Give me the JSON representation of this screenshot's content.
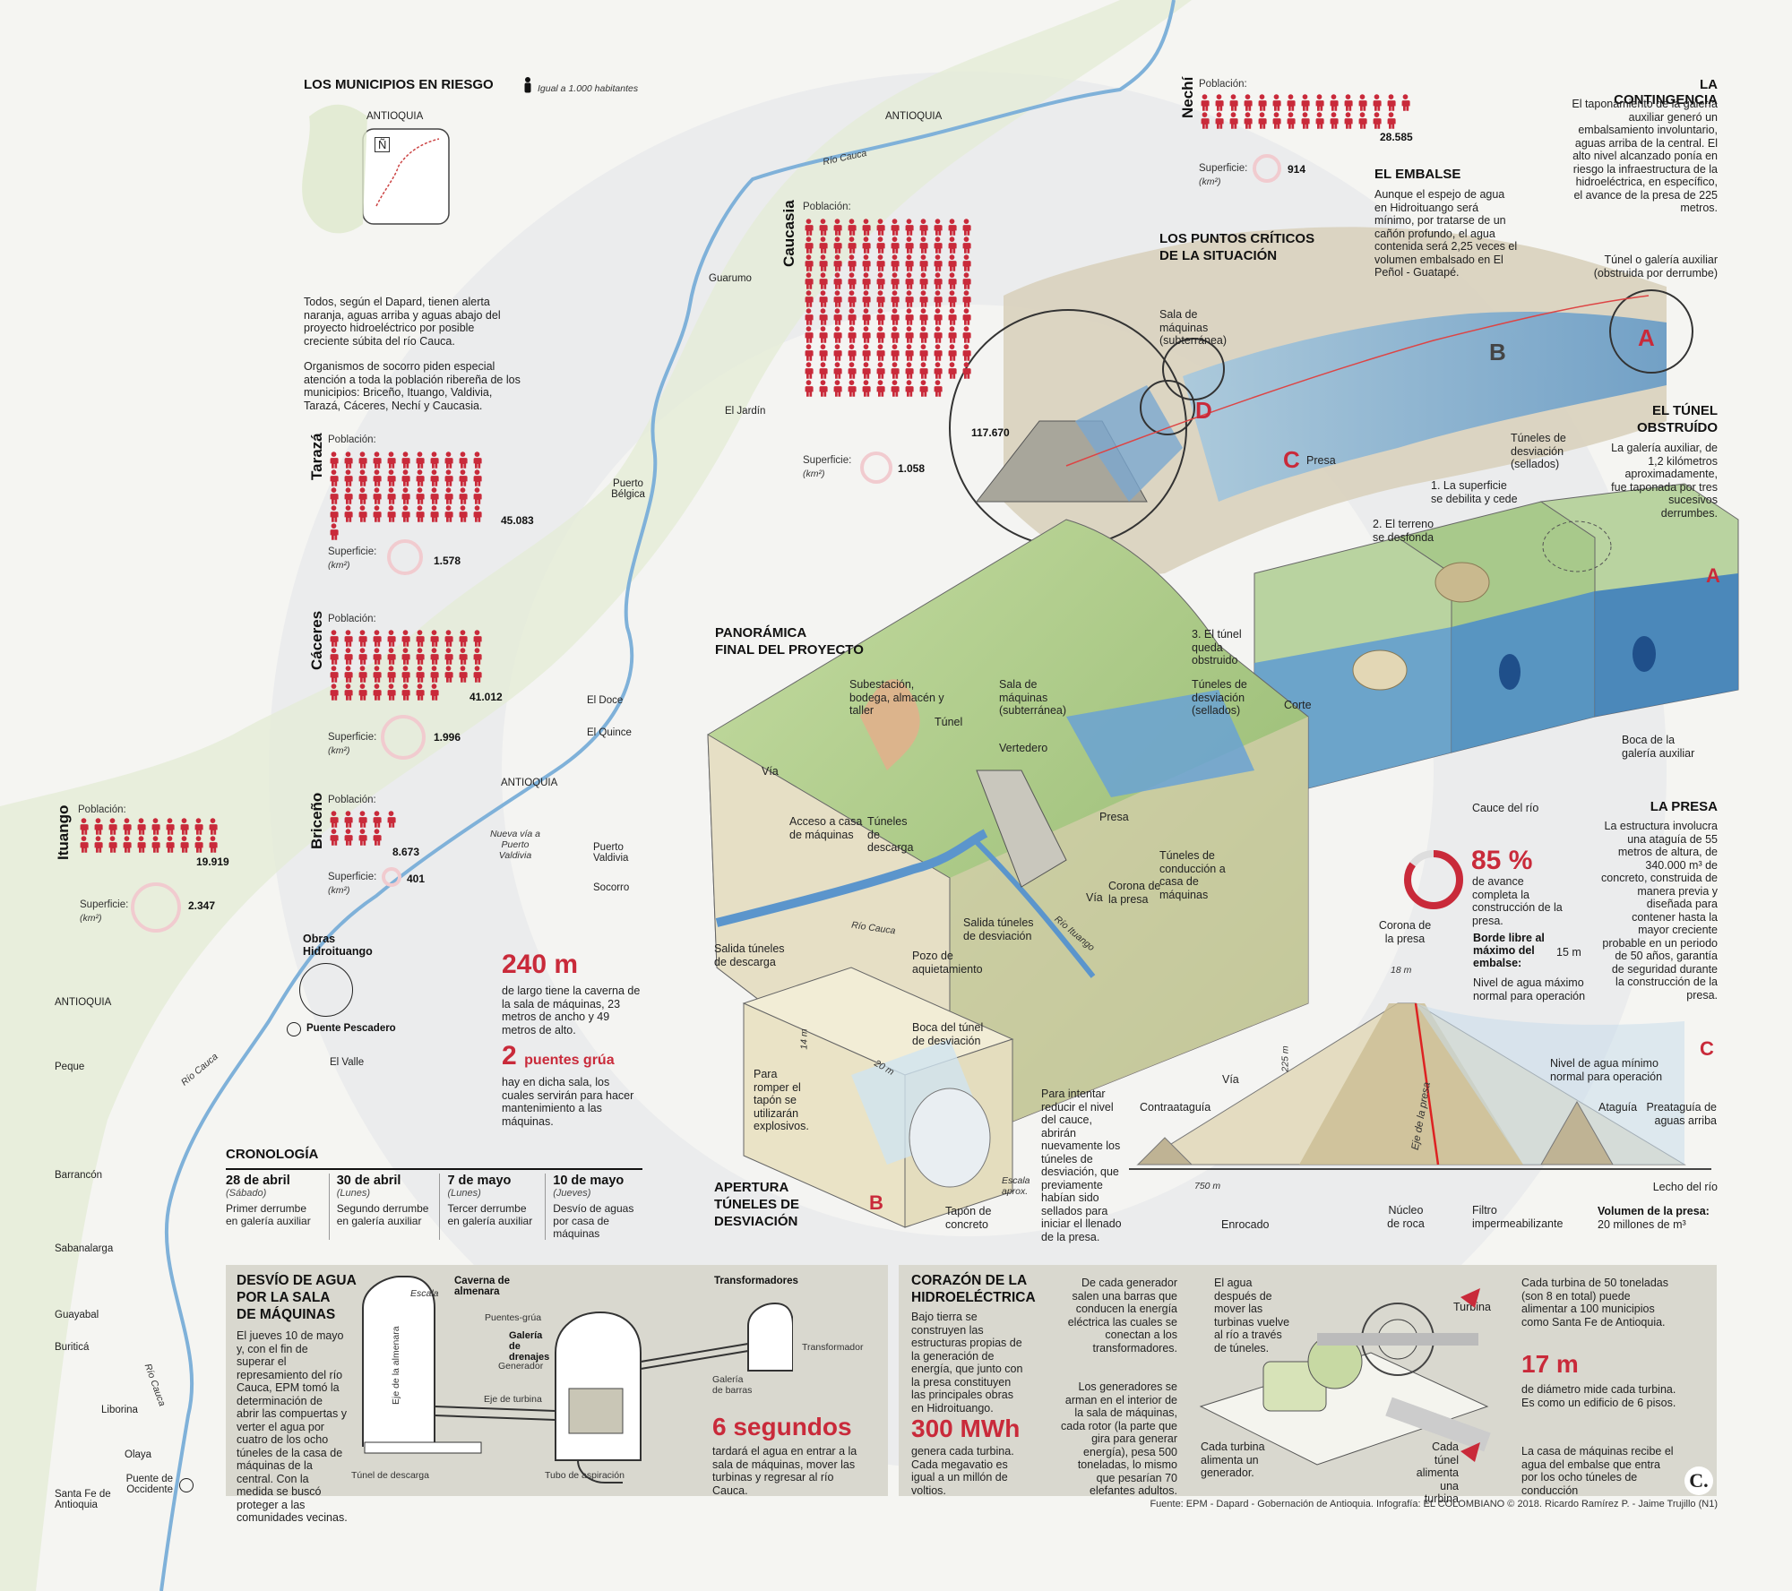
{
  "municipios": {
    "title": "LOS MUNICIPIOS EN RIESGO",
    "legend": "Igual a 1.000 habitantes",
    "inset_label": "ANTIOQUIA",
    "inset_glyph": "Ñ",
    "intro_1": "Todos, según el Dapard, tienen alerta naranja, aguas arriba y aguas abajo del proyecto hidroeléctrico por posible creciente súbita del río Cauca.",
    "intro_2": "Organismos de socorro piden especial atención a toda la población ribereña de los municipios: Briceño, Ituango, Valdivia, Tarazá, Cáceres, Nechí y Caucasia.",
    "poblacion_label": "Población:",
    "superficie_label": "Superficie:",
    "km_label": "(km²)",
    "people_per_icon": 1000,
    "towns": [
      {
        "name": "Tarazá",
        "population": "45.083",
        "area": "1.578",
        "icons": 45
      },
      {
        "name": "Cáceres",
        "population": "41.012",
        "area": "1.996",
        "icons": 41
      },
      {
        "name": "Briceño",
        "population": "8.673",
        "area": "401",
        "icons": 9
      },
      {
        "name": "Ituango",
        "population": "19.919",
        "area": "2.347",
        "icons": 20
      },
      {
        "name": "Caucasia",
        "population": "117.670",
        "area": "1.058",
        "icons": 118
      },
      {
        "name": "Nechí",
        "population": "28.585",
        "area": "914",
        "icons": 29
      }
    ]
  },
  "map": {
    "antioquia_label": "ANTIOQUIA",
    "rio_cauca": "Río Cauca",
    "places": [
      "Guarumo",
      "El Jardín",
      "Puerto Bélgica",
      "El Doce",
      "El Quince",
      "Puerto Valdivia",
      "Socorro",
      "El Valle",
      "Peque",
      "Barrancón",
      "Sabanalarga",
      "Guayabal",
      "Buriticá",
      "Liborina",
      "Olaya",
      "Puente de Occidente",
      "Santa Fe de Antioquia"
    ],
    "nueva_via": "Nueva vía a Puerto Valdivia",
    "obras": "Obras Hidroituango",
    "puente": "Puente Pescadero"
  },
  "contingencia": {
    "title": "LA CONTINGENCIA",
    "text": "El taponamiento de la galería auxiliar generó un embalsamiento involuntario, aguas arriba de la central. El alto nivel alcanzado ponía en riesgo la infraestructura de la hidroeléctrica, en específico, el avance de la presa de 225 metros."
  },
  "embalse": {
    "title": "EL EMBALSE",
    "text": "Aunque el espejo de agua en Hidroituango será mínimo, por tratarse de un cañón profundo, el agua contenida será 2,25 veces el volumen embalsado en El Peñol - Guatapé."
  },
  "puntos": {
    "title_1": "LOS PUNTOS CRÍTICOS",
    "title_2": "DE LA SITUACIÓN",
    "sala": "Sala de máquinas (subterránea)",
    "presa": "Presa",
    "tunel_aux": "Túnel o galería auxiliar (obstruida por derrumbe)",
    "tuneles_desv": "Túneles de desviación (sellados)"
  },
  "tunel": {
    "title_1": "EL TÚNEL",
    "title_2": "OBSTRUÍDO",
    "text": "La galería auxiliar, de 1,2 kilómetros aproximadamente, fue taponada por tres sucesivos derrumbes.",
    "step1": "1. La superficie se debilita y cede",
    "step2": "2. El terreno se desfonda",
    "step3": "3. El túnel queda obstruido",
    "corte": "Corte",
    "tuneles": "Túneles de desviación (sellados)",
    "cauce": "Cauce del río",
    "boca": "Boca de la galería auxiliar"
  },
  "panoramica": {
    "title_1": "PANORÁMICA",
    "title_2": "FINAL DEL PROYECTO",
    "labels": [
      "Subestación, bodega, almacén y taller",
      "Túnel",
      "Sala de máquinas (subterránea)",
      "Vertedero",
      "Vía",
      "Acceso a casa de máquinas",
      "Túneles de descarga",
      "Presa",
      "Túneles de conducción a casa de máquinas",
      "Corona de la presa",
      "Vía",
      "Salida túneles de descarga",
      "Pozo de aquietamiento",
      "Salida túneles de desviación",
      "Río Cauca",
      "Río Ituango"
    ]
  },
  "caverna": {
    "value": "240 m",
    "text": "de largo tiene la caverna de la sala de máquinas, 23 metros de ancho y 49 metros de alto.",
    "puentes_value": "2",
    "puentes_unit": "puentes grúa",
    "puentes_text": "hay en dicha sala, los cuales servirán para hacer mantenimiento a las máquinas."
  },
  "apertura": {
    "title_1": "APERTURA",
    "title_2": "TÚNELES DE",
    "title_3": "DESVIACIÓN",
    "boca": "Boca del túnel de desviación",
    "romper": "Para romper el tapón se utilizarán explosivos.",
    "tapon": "Tapón de concreto",
    "escala": "Escala aprox.",
    "dim_h": "14 m",
    "dim_w": "20 m",
    "intentar": "Para intentar reducir el nivel del cauce, abrirán nuevamente los túneles de desviación, que previamente habían sido sellados para iniciar el llenado de la presa."
  },
  "presa": {
    "title": "LA PRESA",
    "text": "La estructura involucra una ataguía de 55 metros de altura, de 340.000 m³ de concreto, construida de manera previa y diseñada para contener hasta la mayor creciente probable en un periodo de 50 años, garantía de seguridad durante la construcción de la presa.",
    "percent": "85 %",
    "percent_value": 0.85,
    "percent_text": "de avance completa la construcción de la presa.",
    "corona": "Corona de la presa",
    "corona_w": "18 m",
    "borde_1": "Borde libre al máximo del embalse:",
    "borde_2": "15 m",
    "nivel_max": "Nivel de agua máximo normal para operación",
    "nivel_min": "Nivel de agua mínimo normal para operación",
    "height": "225 m",
    "base": "750 m",
    "eje": "Eje de la presa",
    "via": "Vía",
    "contraataguia": "Contraataguía",
    "ataguia": "Ataguía",
    "preataguia": "Preataguía de aguas arriba",
    "lecho": "Lecho del río",
    "enrocado": "Enrocado",
    "nucleo": "Núcleo de roca",
    "filtro": "Filtro impermeabilizante",
    "vol_label": "Volumen de la presa:",
    "vol_value": "20 millones de m³"
  },
  "cronologia": {
    "title": "CRONOLOGÍA",
    "events": [
      {
        "date": "28 de abril",
        "day": "(Sábado)",
        "text": "Primer derrumbe en galería auxiliar"
      },
      {
        "date": "30 de abril",
        "day": "(Lunes)",
        "text": "Segundo derrumbe en galería auxiliar"
      },
      {
        "date": "7 de mayo",
        "day": "(Lunes)",
        "text": "Tercer derrumbe en galería auxiliar"
      },
      {
        "date": "10 de mayo",
        "day": "(Jueves)",
        "text": "Desvío de aguas por casa de máquinas"
      }
    ]
  },
  "desvio": {
    "title_1": "DESVÍO DE AGUA",
    "title_2": "POR LA SALA",
    "title_3": "DE MÁQUINAS",
    "text": "El jueves 10 de mayo y, con el fin de superar el represamiento del río Cauca, EPM tomó la determinación de abrir las compuertas y verter el agua por cuatro de los ocho túneles de la casa de máquinas de la central. Con la medida se buscó proteger a las comunidades vecinas.",
    "labels": [
      "Escala",
      "Caverna de almenara",
      "Eje de la almenara",
      "Puentes-grúa",
      "Galería de drenajes",
      "Generador",
      "Eje de turbina",
      "Túnel de descarga",
      "Tubo de aspiración",
      "Transformadores",
      "Transformador",
      "Galería de barras"
    ],
    "seg_value": "6 segundos",
    "seg_text": "tardará el agua en entrar a la sala de máquinas, mover las turbinas y regresar al río Cauca."
  },
  "corazon": {
    "title_1": "CORAZÓN DE LA",
    "title_2": "HIDROELÉCTRICA",
    "text": "Bajo tierra se construyen las estructuras propias de la generación de energía, que junto con la presa constituyen las principales obras en Hidroituango.",
    "mwh": "300 MWh",
    "mwh_text": "genera cada turbina. Cada megavatio es igual a un millón de voltios.",
    "barras": "De cada generador salen una barras que conducen la energía eléctrica las cuales se conectan a los transformadores.",
    "generadores": "Los generadores se arman en el interior de la sala de máquinas, cada rotor (la parte que gira para generar energía), pesa 500 toneladas, lo mismo que pesarían 70 elefantes adultos.",
    "agua": "El agua después de mover las turbinas vuelve al río a través de túneles.",
    "cada_turbina": "Cada turbina alimenta un generador.",
    "cada_tunel": "Cada túnel alimenta una turbina",
    "turbina": "Turbina",
    "toneladas": "Cada turbina de 50 toneladas (son 8 en total) puede alimentar a 100 municipios como Santa Fe de Antioquia.",
    "diam": "17 m",
    "diam_text": "de diámetro mide cada turbina. Es como un edificio de 6 pisos.",
    "casa": "La casa de máquinas recibe el agua del embalse que entra por los ocho túneles de conducción"
  },
  "letters": {
    "a": "A",
    "b": "B",
    "c": "C",
    "d": "D"
  },
  "footer": {
    "source": "Fuente: EPM - Dapard - Gobernación de Antioquia. Infografía: EL COLOMBIANO © 2018. Ricardo Ramírez P. - Jaime Trujillo (N1)",
    "logo": "C."
  },
  "colors": {
    "accent": "#c92a3a",
    "water": "#7db3d8",
    "panel": "#d9d8cf",
    "ring": "#f1cbcf"
  }
}
